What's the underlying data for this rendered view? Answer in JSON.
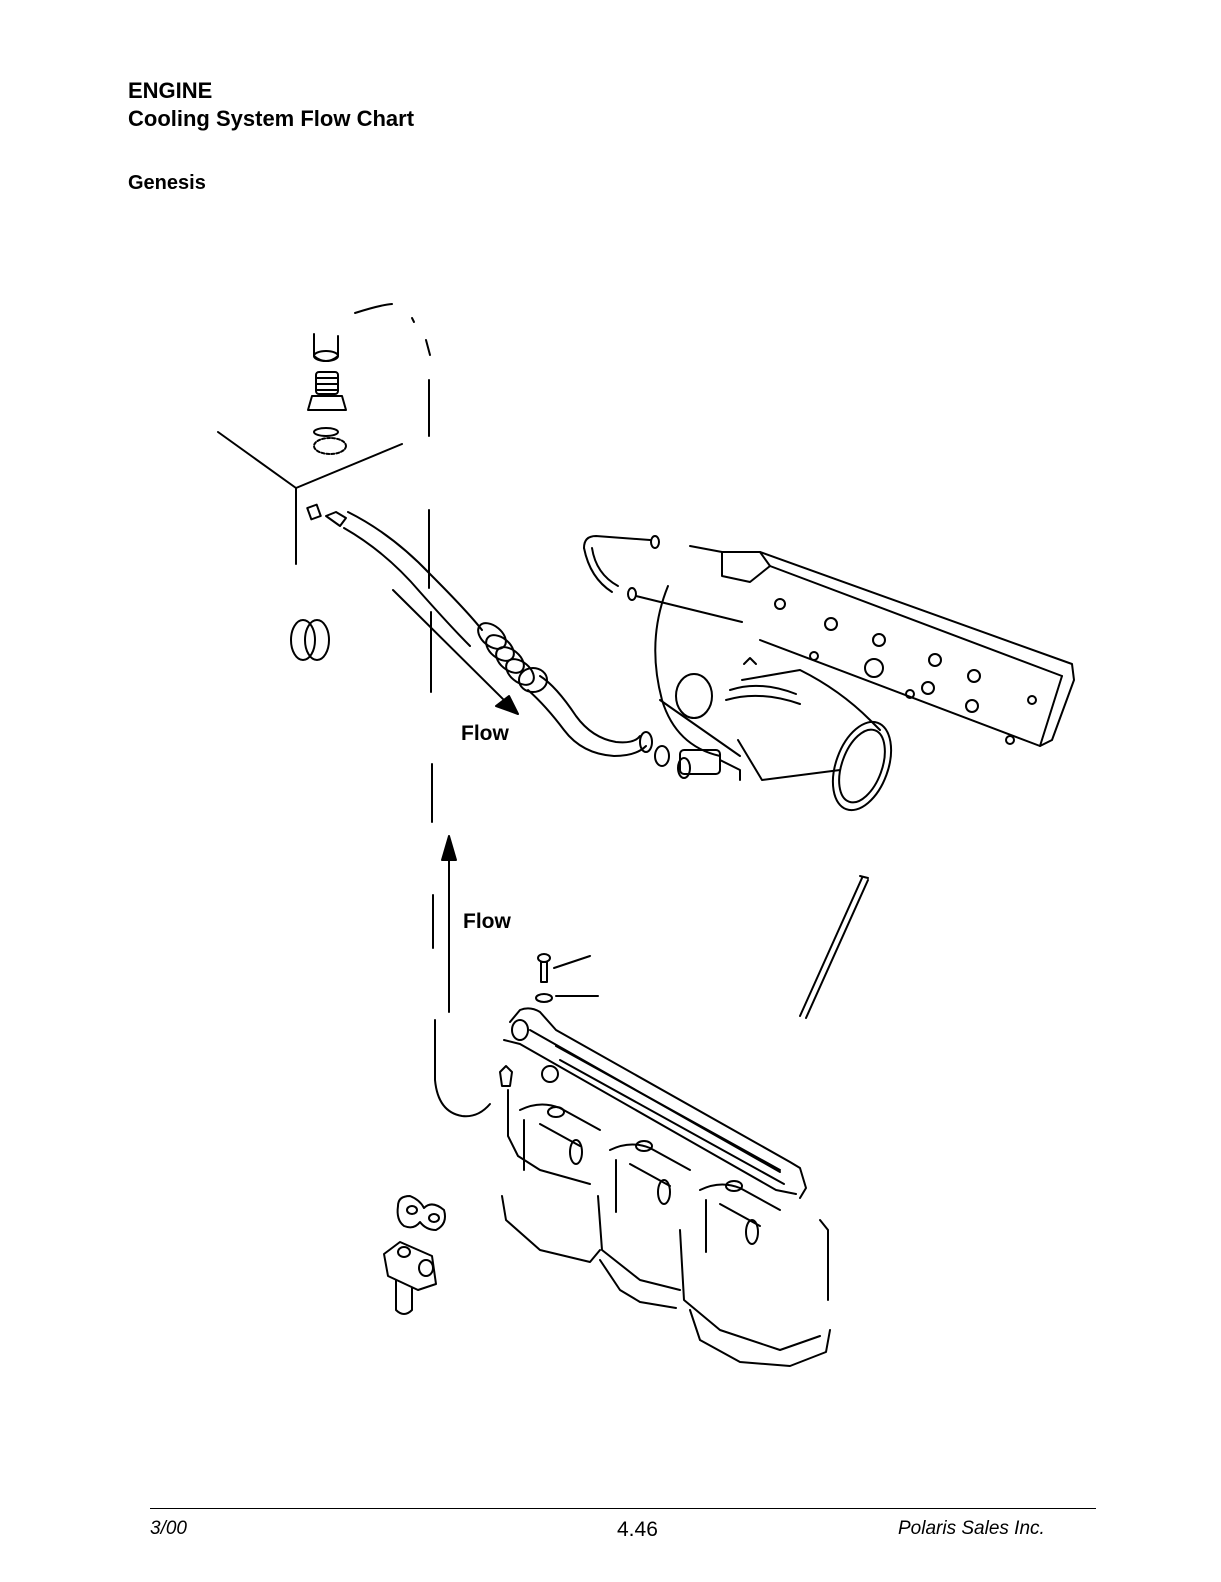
{
  "header": {
    "section": "ENGINE",
    "subsection": "Cooling System Flow Chart",
    "model": "Genesis"
  },
  "diagram": {
    "flow_label_1": "Flow",
    "flow_label_2": "Flow"
  },
  "footer": {
    "date": "3/00",
    "page_number": "4.46",
    "company": "Polaris Sales Inc."
  }
}
